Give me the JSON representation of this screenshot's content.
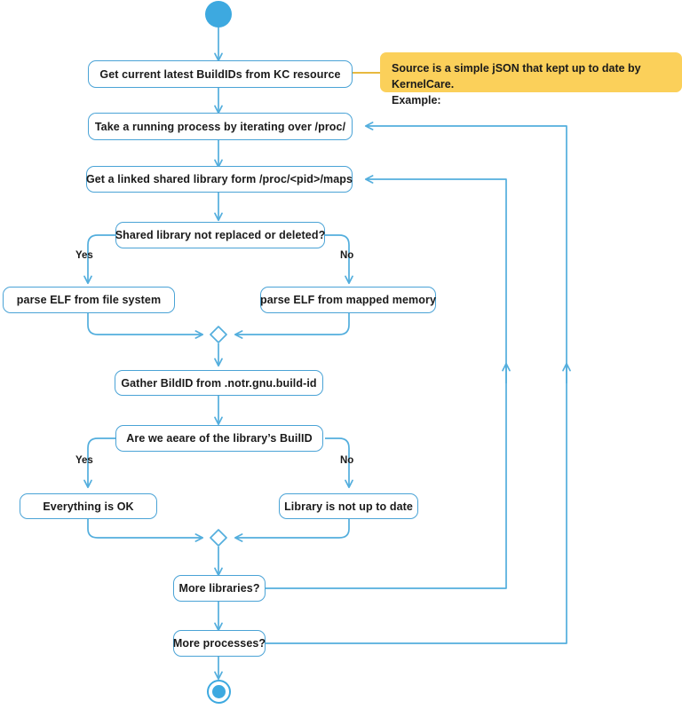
{
  "diagram": {
    "title": "BuildID check flowchart",
    "colors": {
      "stroke": "#4aa3d6",
      "arrow": "#53aedd",
      "note_bg": "#fbd05a",
      "note_connector": "#e8b93f",
      "node_fill": "#ffffff",
      "text": "#1a1a1a",
      "canvas_bg": "#ffffff"
    },
    "nodes": [
      {
        "id": "start",
        "type": "start-node",
        "label": ""
      },
      {
        "id": "get-buildids",
        "type": "process",
        "label": "Get current latest BuildIDs from KC resource"
      },
      {
        "id": "take-process",
        "type": "process",
        "label": "Take a running process by iterating over /proc/"
      },
      {
        "id": "get-maps",
        "type": "process",
        "label": "Get a linked shared library form /proc/<pid>/maps"
      },
      {
        "id": "lib-not-replaced",
        "type": "decision",
        "label": "Shared library not replaced or deleted?"
      },
      {
        "id": "parse-elf-fs",
        "type": "process",
        "label": "parse ELF from file system"
      },
      {
        "id": "parse-elf-mem",
        "type": "process",
        "label": "parse ELF from mapped memory"
      },
      {
        "id": "merge-1",
        "type": "merge",
        "label": ""
      },
      {
        "id": "gather-buildid",
        "type": "process",
        "label": "Gather BildID from .notr.gnu.build-id"
      },
      {
        "id": "aware-of-buildid",
        "type": "decision",
        "label": "Are we aeare of the library’s BuilID"
      },
      {
        "id": "everything-ok",
        "type": "process",
        "label": "Everything is OK"
      },
      {
        "id": "lib-not-up-to-date",
        "type": "process",
        "label": "Library is not up to date"
      },
      {
        "id": "merge-2",
        "type": "merge",
        "label": ""
      },
      {
        "id": "more-libraries",
        "type": "decision",
        "label": "More libraries?"
      },
      {
        "id": "more-processes",
        "type": "decision",
        "label": "More processes?"
      },
      {
        "id": "end",
        "type": "end-node",
        "label": ""
      }
    ],
    "edge_labels": [
      {
        "id": "yes-1",
        "text": "Yes"
      },
      {
        "id": "no-1",
        "text": "No"
      },
      {
        "id": "yes-2",
        "text": "Yes"
      },
      {
        "id": "no-2",
        "text": "No"
      }
    ],
    "note": {
      "line1": "Source is a simple jSON that kept up to date by KernelCare.",
      "line2": "Example:"
    }
  }
}
